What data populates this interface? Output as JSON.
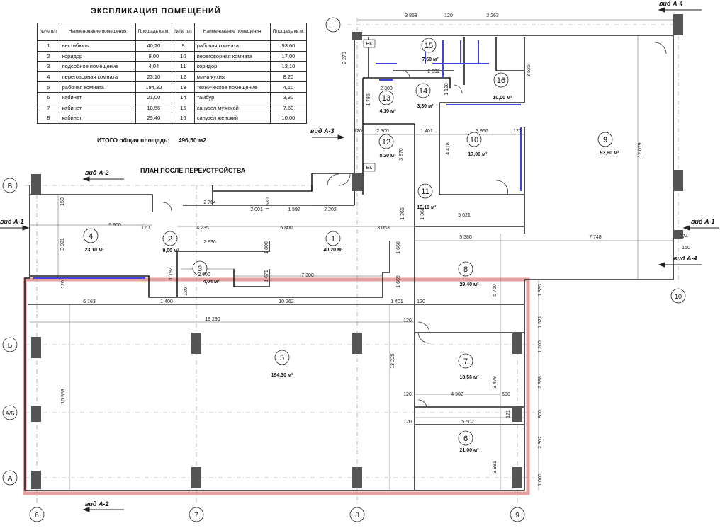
{
  "explication": {
    "title": "ЭКСПЛИКАЦИЯ ПОМЕЩЕНИЙ",
    "headers": {
      "num": "№№ п/п",
      "name": "Наименование помещения",
      "area": "Площадь кв.м."
    },
    "rows": [
      {
        "n": "1",
        "name": "вестибюль",
        "area": "40,20"
      },
      {
        "n": "2",
        "name": "коридор",
        "area": "9,00"
      },
      {
        "n": "3",
        "name": "подсобное помещение",
        "area": "4,04"
      },
      {
        "n": "4",
        "name": "переговорная комната",
        "area": "23,10"
      },
      {
        "n": "5",
        "name": "рабочая комната",
        "area": "194,30"
      },
      {
        "n": "6",
        "name": "кабинет",
        "area": "21,00"
      },
      {
        "n": "7",
        "name": "кабинет",
        "area": "18,56"
      },
      {
        "n": "8",
        "name": "кабинет",
        "area": "29,40"
      },
      {
        "n": "9",
        "name": "рабочая комната",
        "area": "93,60"
      },
      {
        "n": "10",
        "name": "переговорная комната",
        "area": "17,00"
      },
      {
        "n": "11",
        "name": "коридор",
        "area": "13,10"
      },
      {
        "n": "12",
        "name": "мини-кухня",
        "area": "8,20"
      },
      {
        "n": "13",
        "name": "техническое помещение",
        "area": "4,10"
      },
      {
        "n": "14",
        "name": "тамбур",
        "area": "3,30"
      },
      {
        "n": "15",
        "name": "санузел мужской",
        "area": "7,60"
      },
      {
        "n": "16",
        "name": "санузел женский",
        "area": "10,00"
      }
    ],
    "total_label": "ИТОГО общая площадь:",
    "total_value": "496,50 м2"
  },
  "plan": {
    "title": "ПЛАН ПОСЛЕ ПЕРЕУСТРОЙСТВА",
    "views": {
      "a1": "вид А-1",
      "a2": "вид А-2",
      "a3": "вид А-3",
      "a4": "вид А-4"
    },
    "axes": {
      "a": "А",
      "ab": "А/Б",
      "b": "Б",
      "v": "В",
      "g": "Г",
      "c6": "6",
      "c7": "7",
      "c8": "8",
      "c9": "9",
      "c10": "10"
    },
    "rooms": [
      {
        "num": "1",
        "area": "40,20 м²"
      },
      {
        "num": "2",
        "area": "9,00 м²"
      },
      {
        "num": "3",
        "area": "4,04 м²"
      },
      {
        "num": "4",
        "area": "23,10 м²"
      },
      {
        "num": "5",
        "area": "194,30 м²"
      },
      {
        "num": "6",
        "area": "21,00 м²"
      },
      {
        "num": "7",
        "area": "18,56 м²"
      },
      {
        "num": "8",
        "area": "29,40 м²"
      },
      {
        "num": "9",
        "area": "93,60 м²"
      },
      {
        "num": "10",
        "area": "17,00 м²"
      },
      {
        "num": "11",
        "area": "13,10 м²"
      },
      {
        "num": "12",
        "area": "8,20 м²"
      },
      {
        "num": "13",
        "area": "4,10 м²"
      },
      {
        "num": "14",
        "area": "3,30 м²"
      },
      {
        "num": "15",
        "area": "7,60 м²"
      },
      {
        "num": "16",
        "area": "10,00 м²"
      }
    ],
    "tags": {
      "vk1": "ВК",
      "vk2": "ВК"
    },
    "dims": {
      "d3858": "3 858",
      "d120a": "120",
      "d3263": "3 263",
      "d2279": "2 279",
      "d3525": "3 525",
      "d2092": "2 092",
      "d2303": "2 303",
      "d1128": "1 128",
      "d1785": "1 785",
      "d120b": "120",
      "d2300": "2 300",
      "d1401a": "1 401",
      "d3956": "3 956",
      "d120c": "120",
      "d4418": "4 418",
      "d3870": "3 870",
      "d12079": "12 079",
      "d2764": "2 764",
      "d2001": "2 001",
      "d1530": "1 530",
      "d1597": "1 597",
      "d2202": "2 202",
      "d1365": "1 365",
      "d1364": "1 364",
      "d5621": "5 621",
      "d5900": "5 900",
      "d120d": "120",
      "d4235": "4 235",
      "d5800": "5 800",
      "d3053": "3 053",
      "d5380": "5 380",
      "d7748": "7 748",
      "d150a": "150",
      "d3921": "3 921",
      "d2836": "2 836",
      "d1800": "1 800",
      "d1668": "1 668",
      "d1192": "1 192",
      "d2600": "2 600",
      "d1671": "1 671",
      "d7300": "7 300",
      "d1669": "1 669",
      "d150b": "150",
      "d6163": "6 163",
      "d1400": "1 400",
      "d10262": "10 262",
      "d1401b": "1 401",
      "d120e": "120",
      "d19290": "19 290",
      "d120f": "120",
      "d5760": "5 760",
      "d1335": "1 335",
      "d1521": "1 521",
      "d1200": "1 200",
      "d13225": "13 225",
      "d3479": "3 479",
      "d2398": "2 398",
      "d120g": "120",
      "d4902": "4 902",
      "d600": "600",
      "d121": "121",
      "d800": "800",
      "d120h": "120",
      "d5502": "5 502",
      "d2302": "2 302",
      "d3981": "3 981",
      "d1000": "1 000",
      "d16559": "16 559",
      "d120i": "120",
      "d120j": "120",
      "d774": "774"
    }
  }
}
